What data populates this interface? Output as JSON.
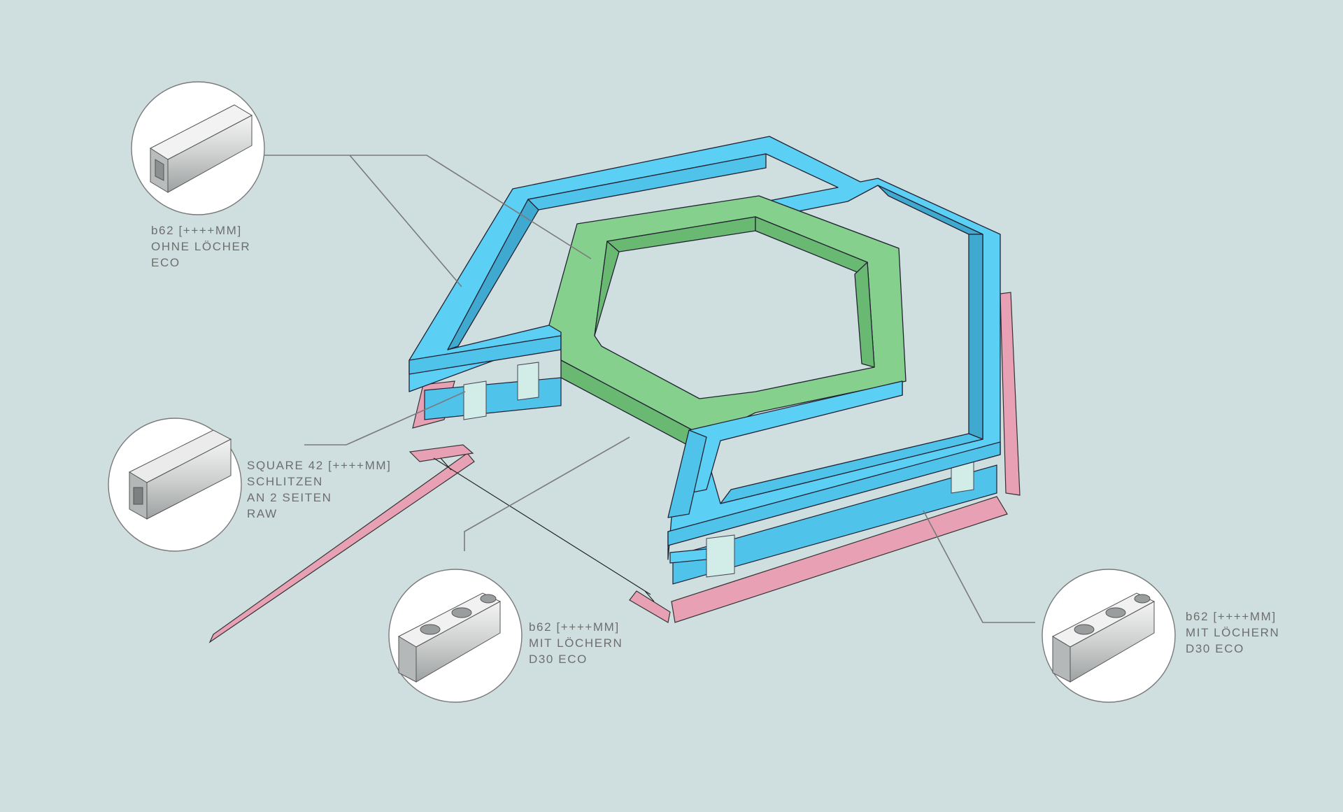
{
  "colors": {
    "background": "#cfdfdf",
    "outer_frame": "#5ccff5",
    "inner_frame": "#86d08e",
    "floor_strip": "#e8a0b4",
    "post": "#d2ece7",
    "leader_line": "#7a7a7a"
  },
  "callouts": [
    {
      "id": "top-left",
      "icon": "profile-b62-slotted-icon",
      "lines": [
        "b62 [++++MM]",
        "OHNE LÖCHER",
        "ECO"
      ]
    },
    {
      "id": "mid-left",
      "icon": "profile-square42-icon",
      "lines": [
        "SQUARE 42 [++++MM]",
        "SCHLITZEN",
        "AN 2 SEITEN",
        "RAW"
      ]
    },
    {
      "id": "bottom-center",
      "icon": "profile-b62-holes-icon",
      "lines": [
        "b62 [++++MM]",
        "MIT LÖCHERN",
        "D30 ECO"
      ]
    },
    {
      "id": "bottom-right",
      "icon": "profile-b62-holes-icon",
      "lines": [
        "b62 [++++MM]",
        "MIT LÖCHERN",
        "D30 ECO"
      ]
    }
  ]
}
